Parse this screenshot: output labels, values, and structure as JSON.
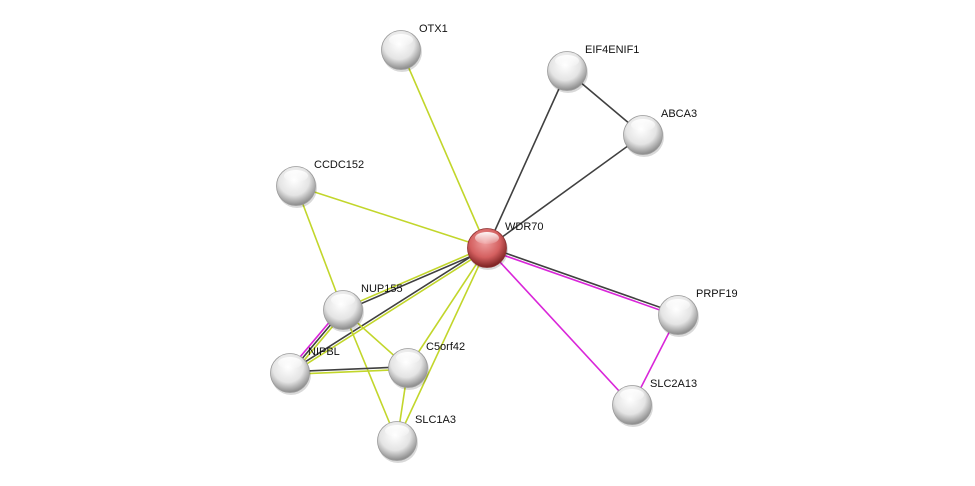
{
  "colors": {
    "textmining": "#c2d62b",
    "coexpression_or_other": "#404040",
    "experiments": "#d926d9",
    "node_default": "#d8d8d8",
    "node_query": "#c84b4b"
  },
  "nodes": [
    {
      "id": "OTX1",
      "label": "OTX1",
      "query": false
    },
    {
      "id": "EIF4ENIF1",
      "label": "EIF4ENIF1",
      "query": false
    },
    {
      "id": "ABCA3",
      "label": "ABCA3",
      "query": false
    },
    {
      "id": "CCDC152",
      "label": "CCDC152",
      "query": false
    },
    {
      "id": "WDR70",
      "label": "WDR70",
      "query": true
    },
    {
      "id": "NUP155",
      "label": "NUP155",
      "query": false
    },
    {
      "id": "PRPF19",
      "label": "PRPF19",
      "query": false
    },
    {
      "id": "NIPBL",
      "label": "NIPBL",
      "query": false
    },
    {
      "id": "C5orf42",
      "label": "C5orf42",
      "query": false
    },
    {
      "id": "SLC2A13",
      "label": "SLC2A13",
      "query": false
    },
    {
      "id": "SLC1A3",
      "label": "SLC1A3",
      "query": false
    }
  ],
  "edges": [
    {
      "from": "WDR70",
      "to": "OTX1",
      "types": [
        "textmining"
      ]
    },
    {
      "from": "WDR70",
      "to": "EIF4ENIF1",
      "types": [
        "coexpression_or_other"
      ]
    },
    {
      "from": "WDR70",
      "to": "ABCA3",
      "types": [
        "coexpression_or_other"
      ]
    },
    {
      "from": "EIF4ENIF1",
      "to": "ABCA3",
      "types": [
        "coexpression_or_other"
      ]
    },
    {
      "from": "WDR70",
      "to": "CCDC152",
      "types": [
        "textmining"
      ]
    },
    {
      "from": "WDR70",
      "to": "PRPF19",
      "types": [
        "coexpression_or_other",
        "experiments"
      ]
    },
    {
      "from": "WDR70",
      "to": "SLC2A13",
      "types": [
        "experiments"
      ]
    },
    {
      "from": "PRPF19",
      "to": "SLC2A13",
      "types": [
        "experiments"
      ]
    },
    {
      "from": "WDR70",
      "to": "NUP155",
      "types": [
        "coexpression_or_other",
        "textmining"
      ]
    },
    {
      "from": "WDR70",
      "to": "NIPBL",
      "types": [
        "textmining",
        "coexpression_or_other"
      ]
    },
    {
      "from": "WDR70",
      "to": "C5orf42",
      "types": [
        "textmining"
      ]
    },
    {
      "from": "WDR70",
      "to": "SLC1A3",
      "types": [
        "textmining"
      ]
    },
    {
      "from": "CCDC152",
      "to": "NUP155",
      "types": [
        "textmining"
      ]
    },
    {
      "from": "NUP155",
      "to": "NIPBL",
      "types": [
        "textmining",
        "coexpression_or_other",
        "experiments"
      ]
    },
    {
      "from": "NUP155",
      "to": "C5orf42",
      "types": [
        "textmining"
      ]
    },
    {
      "from": "NUP155",
      "to": "SLC1A3",
      "types": [
        "textmining"
      ]
    },
    {
      "from": "NIPBL",
      "to": "C5orf42",
      "types": [
        "coexpression_or_other",
        "textmining"
      ]
    },
    {
      "from": "C5orf42",
      "to": "SLC1A3",
      "types": [
        "textmining"
      ]
    }
  ]
}
